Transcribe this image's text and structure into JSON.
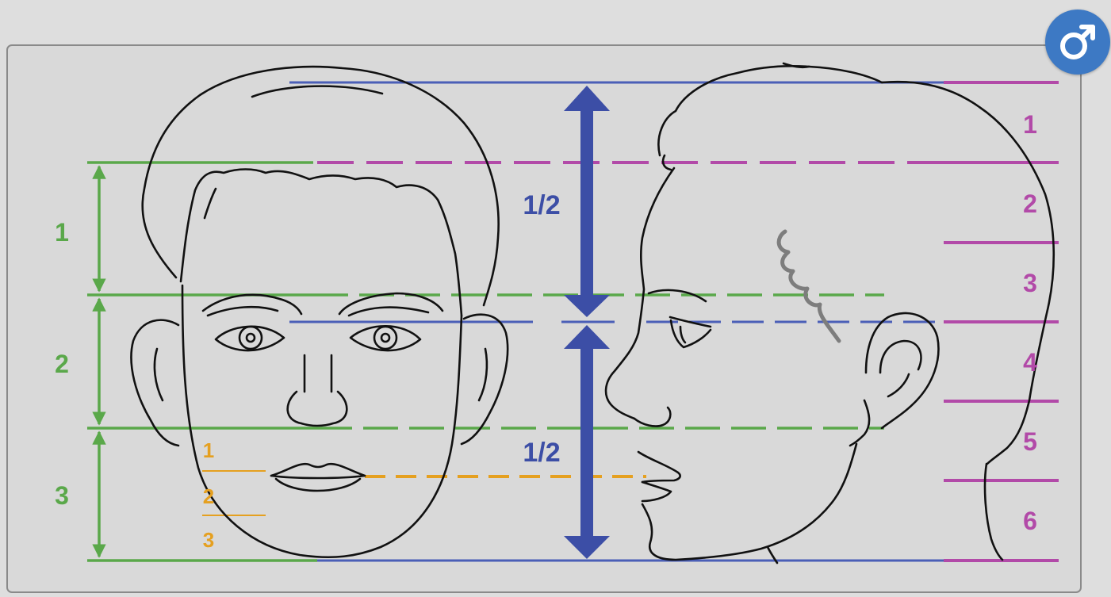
{
  "colors": {
    "panel": "#d9d9d9",
    "blue": "#3c4ea6",
    "blue_line": "#4b5fb7",
    "green": "#5aa84a",
    "magenta": "#b24aa8",
    "orange": "#e5a020",
    "badge": "#3d79c4",
    "sketch": "#111111",
    "eyebrow_gray": "#7d7d7d"
  },
  "badge": {
    "icon": "male-symbol-icon"
  },
  "half_labels": {
    "top": "1/2",
    "bottom": "1/2"
  },
  "green_labels": [
    "1",
    "2",
    "3"
  ],
  "orange_labels": [
    "1",
    "2",
    "3"
  ],
  "magenta_labels": [
    "1",
    "2",
    "3",
    "4",
    "5",
    "6"
  ]
}
